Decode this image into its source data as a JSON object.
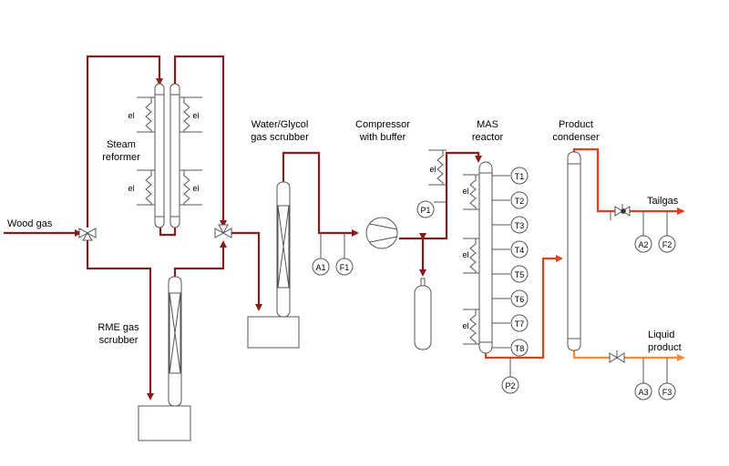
{
  "labels": {
    "wood_gas": "Wood gas",
    "steam_reformer": [
      "Steam",
      "reformer"
    ],
    "rme_scrubber": [
      "RME gas",
      "scrubber"
    ],
    "water_glycol": [
      "Water/Glycol",
      "gas scrubber"
    ],
    "compressor": [
      "Compressor",
      "with buffer"
    ],
    "mas_reactor": [
      "MAS",
      "reactor"
    ],
    "product_condenser": [
      "Product",
      "condenser"
    ],
    "tailgas": "Tailgas",
    "liquid_product": [
      "Liquid",
      "product"
    ]
  },
  "heater_label": "el",
  "instruments": {
    "a1": "A1",
    "f1": "F1",
    "p1": "P1",
    "p2": "P2",
    "a2": "A2",
    "f2": "F2",
    "a3": "A3",
    "f3": "F3",
    "t": [
      "T1",
      "T2",
      "T3",
      "T4",
      "T5",
      "T6",
      "T7",
      "T8"
    ]
  },
  "colors": {
    "gas_line": "#8b1a1a",
    "hot_line": "#e0401e",
    "tail_line": "#e8391d",
    "liquid_line": "#f08c3a",
    "equipment": "#555555"
  }
}
